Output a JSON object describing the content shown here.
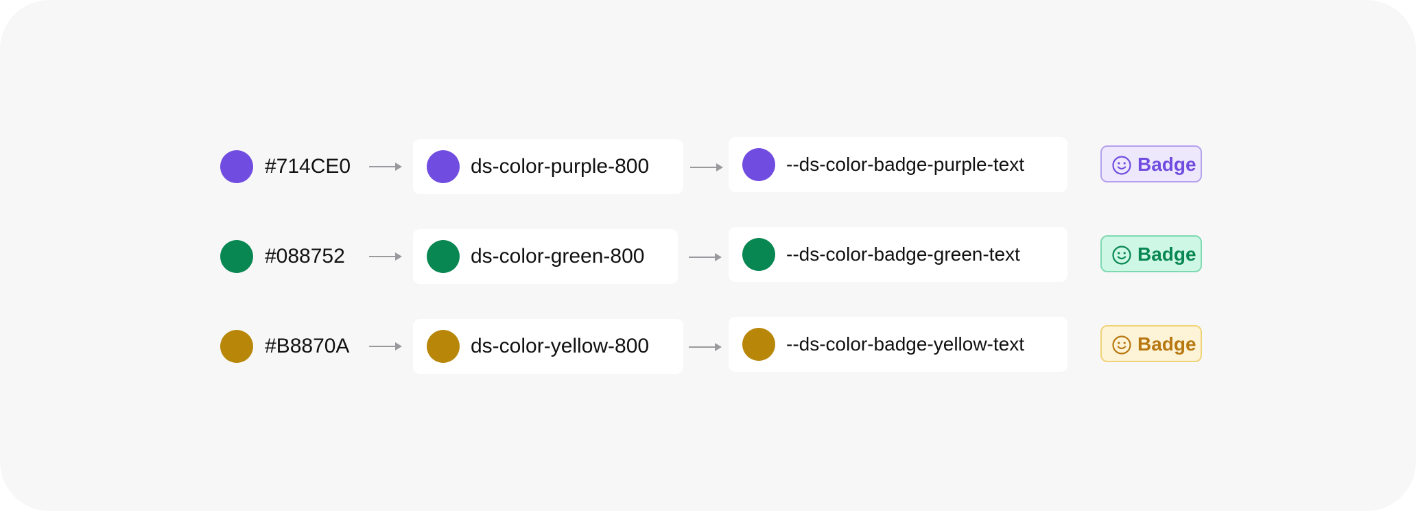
{
  "rows": [
    {
      "hex": "#714CE0",
      "primitive": "ds-color-purple-800",
      "token": "--ds-color-badge-purple-text",
      "badge_label": "Badge",
      "color": "#714CE0",
      "badge_bg": "#ede8fc",
      "badge_border": "#b3a1ee",
      "badge_icon": "smile-icon"
    },
    {
      "hex": "#088752",
      "primitive": "ds-color-green-800",
      "token": "--ds-color-badge-green-text",
      "badge_label": "Badge",
      "color": "#088752",
      "badge_bg": "#cff7e6",
      "badge_border": "#7ed9b1",
      "badge_icon": "smile-icon"
    },
    {
      "hex": "#B8870A",
      "primitive": "ds-color-yellow-800",
      "token": "--ds-color-badge-yellow-text",
      "badge_label": "Badge",
      "color": "#B8870A",
      "badge_bg": "#fdf3d6",
      "badge_border": "#f0d277",
      "badge_text_color": "#b77811",
      "badge_icon": "smile-icon"
    }
  ]
}
